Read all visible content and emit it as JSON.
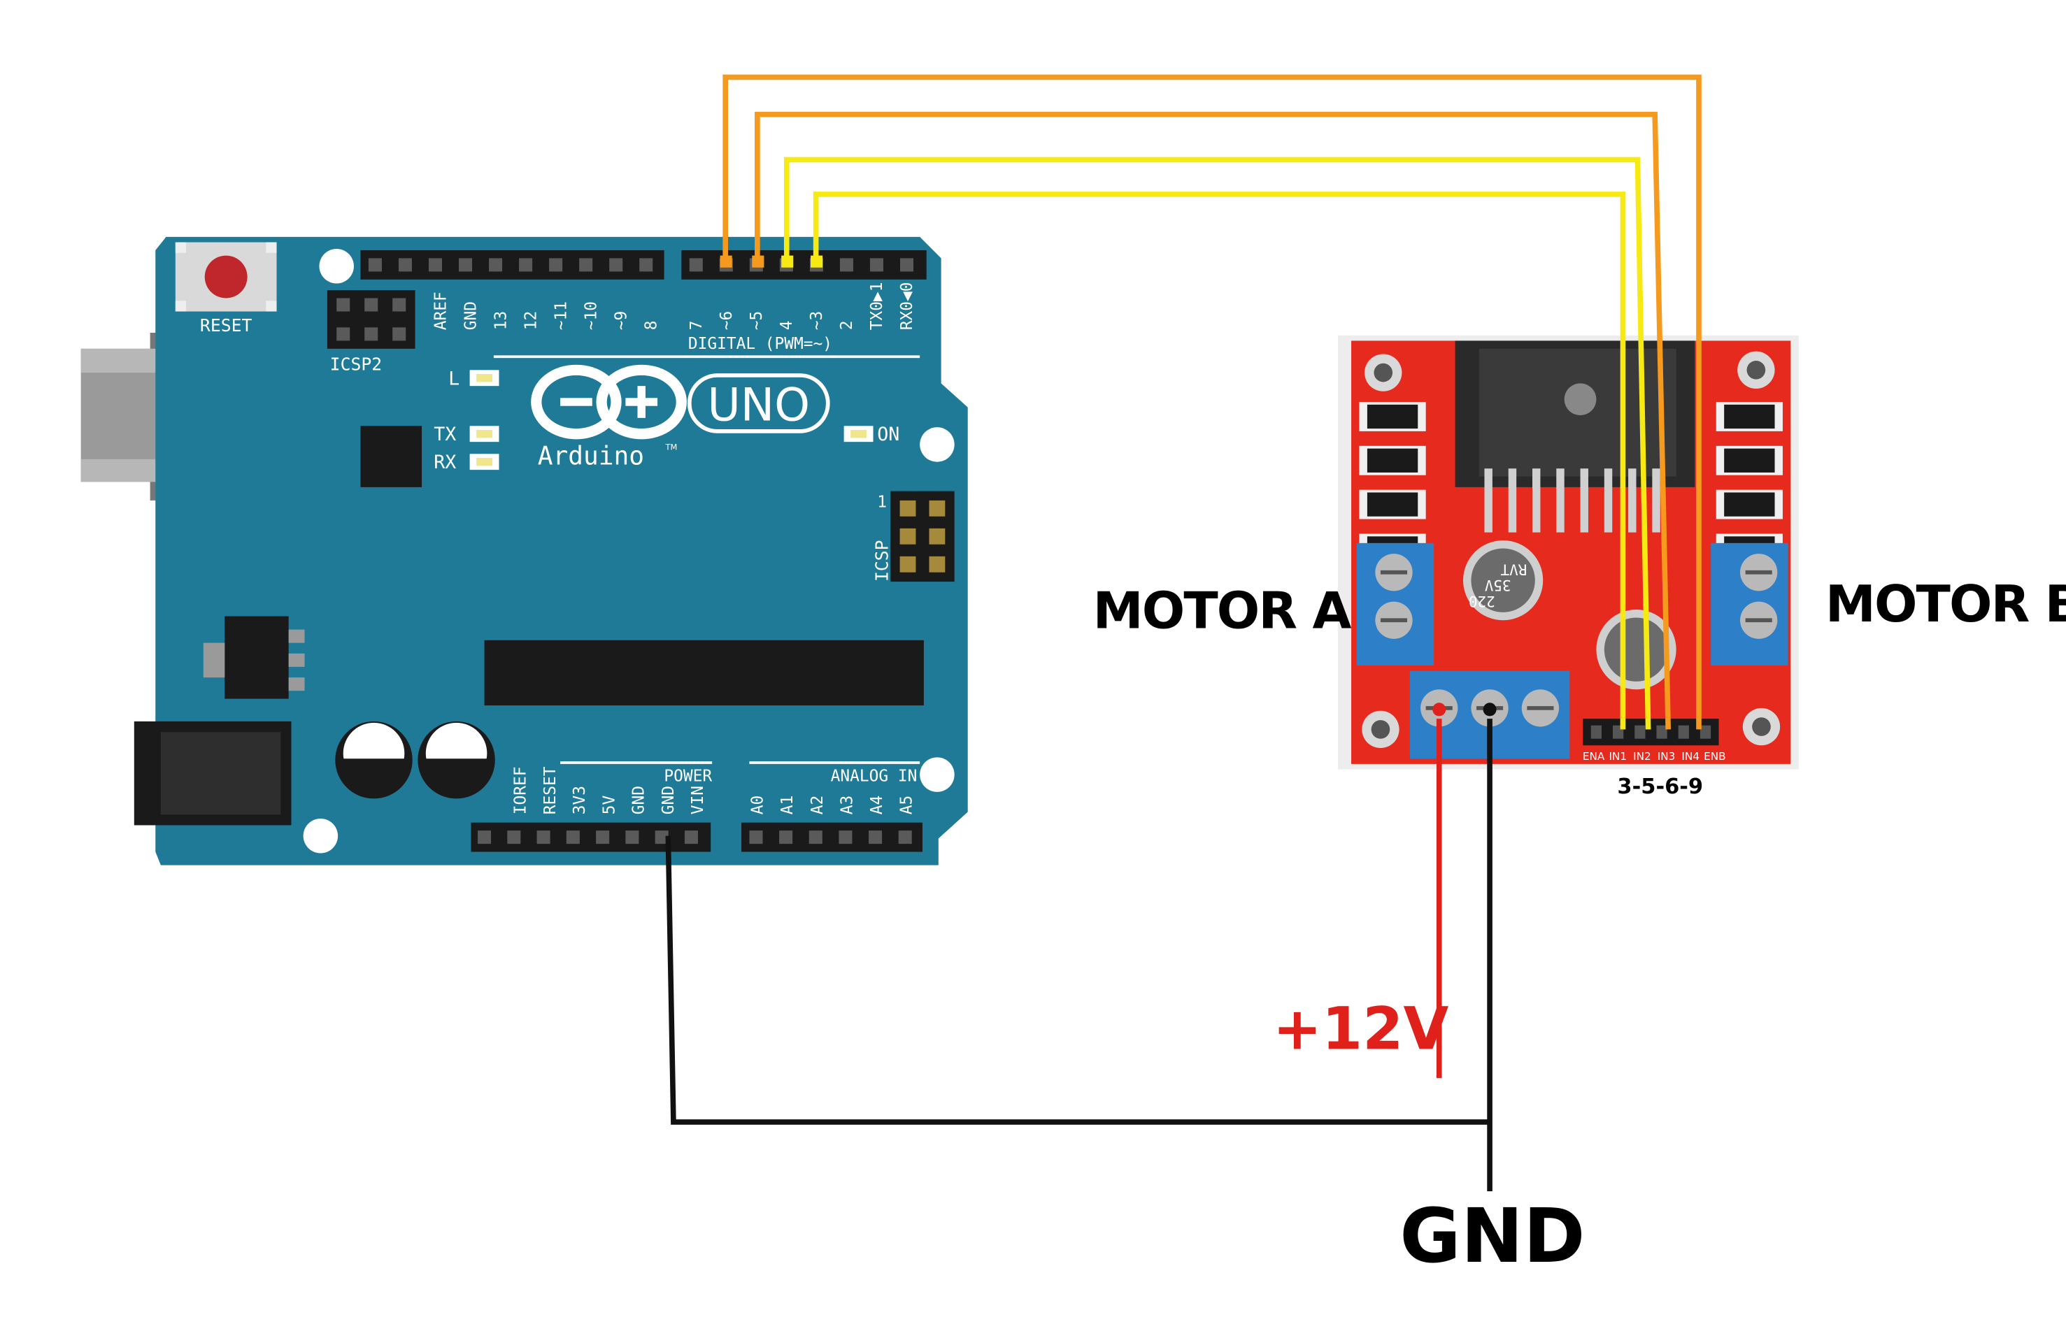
{
  "arduino": {
    "reset_label": "RESET",
    "icsp2_label": "ICSP2",
    "icsp_label": "ICSP",
    "icsp_pin1": "1",
    "digital_label": "DIGITAL (PWM=~)",
    "led_l": "L",
    "led_tx": "TX",
    "led_rx": "RX",
    "led_on": "ON",
    "uno_label": "UNO",
    "arduino_label": "Arduino",
    "tm": "TM",
    "power_label": "POWER",
    "analog_label": "ANALOG IN",
    "top_left_pins": [
      "AREF",
      "GND",
      "13",
      "12",
      "~11",
      "~10",
      "~9",
      "8"
    ],
    "top_right_pins": [
      "7",
      "~6",
      "~5",
      "4",
      "~3",
      "2",
      "TX0▶1",
      "RX0◀0"
    ],
    "power_pins": [
      "IOREF",
      "RESET",
      "3V3",
      "5V",
      "GND",
      "GND",
      "VIN"
    ],
    "analog_pins": [
      "A0",
      "A1",
      "A2",
      "A3",
      "A4",
      "A5"
    ]
  },
  "driver": {
    "pin_labels": [
      "ENA",
      "IN1",
      "IN2",
      "IN3",
      "IN4",
      "ENB"
    ],
    "cap_text_1": "220",
    "cap_text_2": "35V",
    "cap_text_3": "RVT",
    "pins_caption": "3-5-6-9"
  },
  "labels": {
    "motor_a": "MOTOR A",
    "motor_b": "MOTOR B",
    "plus12v": "+12V",
    "gnd": "GND"
  },
  "colors": {
    "board_blue": "#1f7a98",
    "driver_red": "#e62b1e",
    "wire_orange": "#f59a1c",
    "wire_yellow": "#f6ea12",
    "wire_red": "#e0201a",
    "wire_black": "#111111",
    "terminal_blue": "#2d7fc7"
  }
}
